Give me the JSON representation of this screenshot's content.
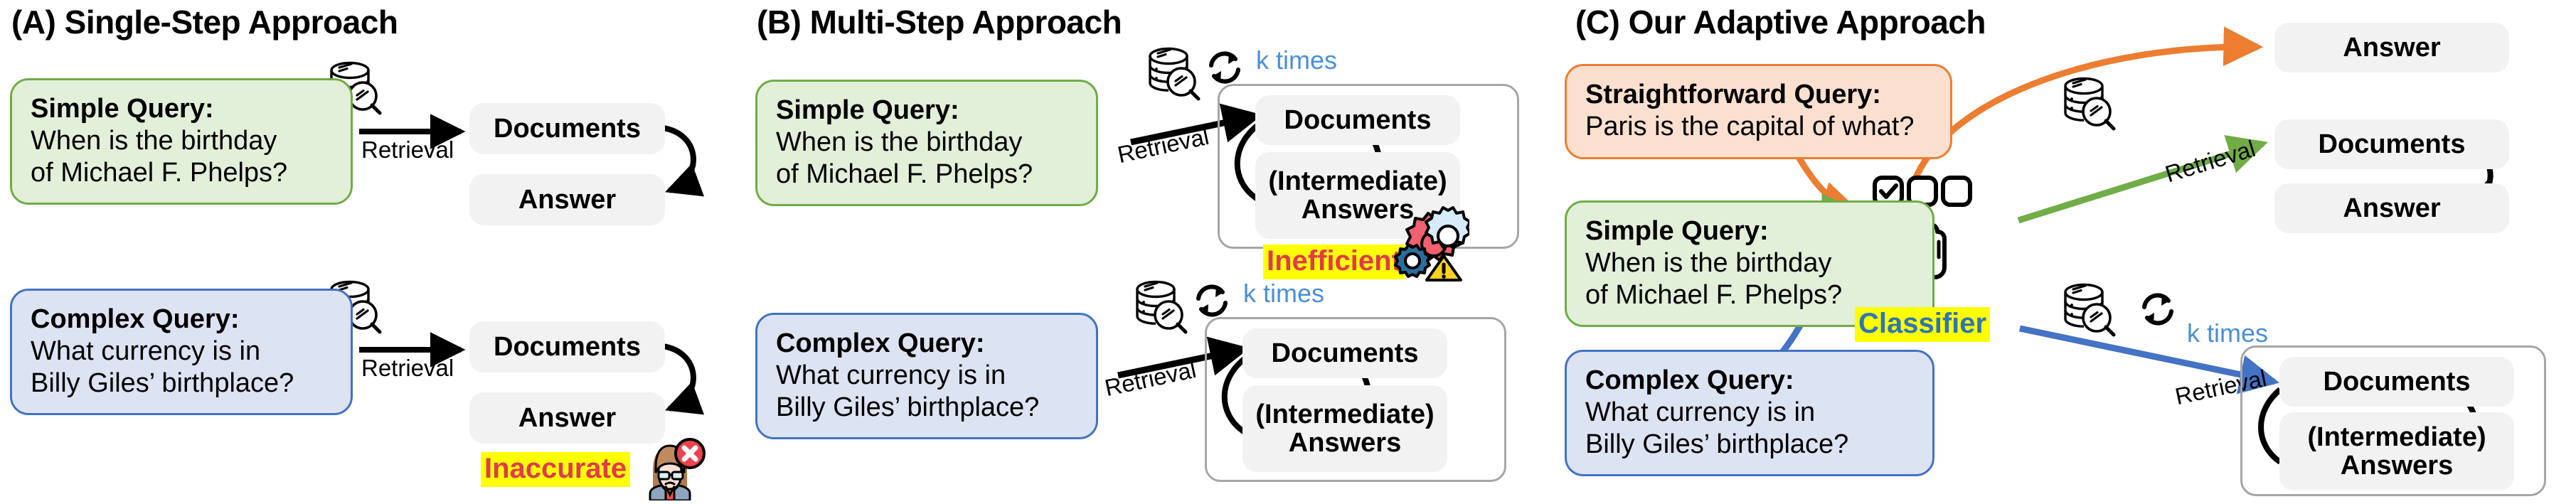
{
  "figure": {
    "panels": [
      {
        "id": "A",
        "title": "(A) Single-Step Approach",
        "queries": [
          {
            "kind": "simple",
            "label": "Simple Query:",
            "lines": [
              "When is the birthday",
              "of Michael F. Phelps?"
            ],
            "color": "#e2efd9",
            "border": "#70ad47"
          },
          {
            "kind": "complex",
            "label": "Complex Query:",
            "lines": [
              "What currency is in",
              "Billy Giles’ birthplace?"
            ],
            "color": "#dce3f2",
            "border": "#4472c4"
          }
        ],
        "edge_labels": [
          "Retrieval",
          "Retrieval"
        ],
        "pills": [
          "Documents",
          "Answer",
          "Documents",
          "Answer"
        ],
        "badge": {
          "text": "Inaccurate",
          "text_color": "#e03a4e",
          "highlight_color": "#ffff00",
          "icon": "woman-with-error-cross"
        }
      },
      {
        "id": "B",
        "title": "(B) Multi-Step Approach",
        "queries": [
          {
            "kind": "simple",
            "label": "Simple Query:",
            "lines": [
              "When is the birthday",
              "of Michael F. Phelps?"
            ],
            "color": "#e2efd9",
            "border": "#70ad47"
          },
          {
            "kind": "complex",
            "label": "Complex Query:",
            "lines": [
              "What currency is in",
              "Billy Giles’ birthplace?"
            ],
            "color": "#dce3f2",
            "border": "#4472c4"
          }
        ],
        "edge_labels": [
          "Retrieval",
          "Retrieval"
        ],
        "loop_labels": [
          "k times",
          "k times"
        ],
        "loop_label_color": "#4a90d9",
        "pills": [
          "Documents",
          "(Intermediate)\nAnswers",
          "Documents",
          "(Intermediate)\nAnswers"
        ],
        "badge": {
          "text": "Inefficient",
          "text_color": "#e03a4e",
          "highlight_color": "#ffff00",
          "icon": "gears-warning"
        }
      },
      {
        "id": "C",
        "title": "(C) Our Adaptive Approach",
        "queries": [
          {
            "kind": "straightforward",
            "label": "Straightforward Query:",
            "lines": [
              "Paris is the capital of what?"
            ],
            "color": "#fbe0cf",
            "border": "#ed7d31"
          },
          {
            "kind": "simple",
            "label": "Simple Query:",
            "lines": [
              "When is the birthday",
              "of Michael F. Phelps?"
            ],
            "color": "#e2efd9",
            "border": "#70ad47"
          },
          {
            "kind": "complex",
            "label": "Complex Query:",
            "lines": [
              "What currency is in",
              "Billy Giles’ birthplace?"
            ],
            "color": "#dce3f2",
            "border": "#4472c4"
          }
        ],
        "classifier": {
          "text": "Classifier",
          "text_color": "#2e75b6",
          "highlight_color": "#ffff00",
          "icon": "checkbox-choices-with-pointing-hand"
        },
        "edge_labels": [
          "Retrieval",
          "Retrieval"
        ],
        "loop_labels": [
          "k times"
        ],
        "loop_label_color": "#4a90d9",
        "pills": [
          "Answer",
          "Documents",
          "Answer",
          "Documents",
          "(Intermediate)\nAnswers"
        ],
        "route_colors": {
          "straightforward": "#ed7d31",
          "simple": "#70ad47",
          "complex": "#4472c4"
        }
      }
    ],
    "icons": {
      "database_search": "database-search-icon",
      "loop_arrows": "circular-loop-arrows-icon",
      "pointing_hand": "pointing-hand-icon",
      "checkbox": "checkbox-icon"
    }
  }
}
